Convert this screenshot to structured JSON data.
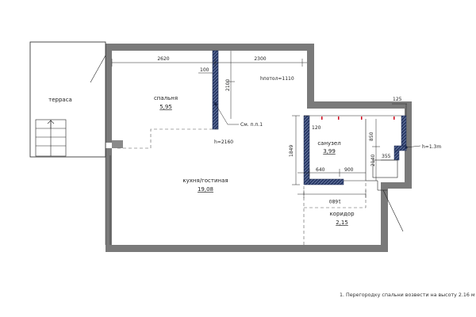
{
  "rooms": {
    "terrace": {
      "name": "терраса"
    },
    "bedroom": {
      "name": "спальня",
      "area": "5,95"
    },
    "kitchen": {
      "name": "кухня/гостиная",
      "area": "19,08"
    },
    "bathroom": {
      "name": "санузел",
      "area": "3,99"
    },
    "corridor": {
      "name": "коридор",
      "area": "2,15"
    }
  },
  "dimensions": {
    "top_left": "2620",
    "top_right": "2300",
    "d100": "100",
    "d2100": "2100",
    "ceiling_height": "hпотол=1110",
    "partition_height": "h=2160",
    "d120": "120",
    "d850": "850",
    "d125": "125",
    "d1849": "1849",
    "d2140": "2140",
    "d640": "640",
    "d900": "900",
    "d355": "355",
    "d1680": "1680",
    "duct_height": "h=1.3m"
  },
  "labels": {
    "partition_ref": "См. п.п.1"
  },
  "note": "1. Перегородку спальни возвести на высоту 2.16 м",
  "colors": {
    "wall": "#7a7a7a",
    "partition_fill": "#2b3b67",
    "line": "#222222",
    "dashed": "#555555",
    "marker_red": "#d0021b"
  }
}
